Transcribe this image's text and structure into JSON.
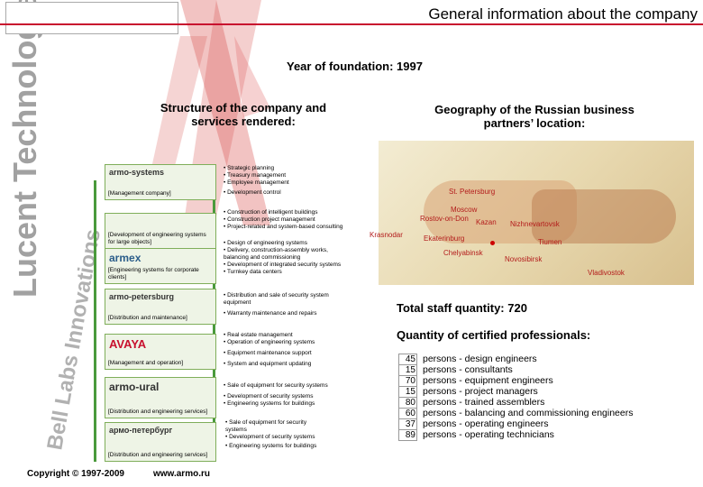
{
  "header": {
    "title": "General information about the company"
  },
  "founded": "Year of foundation: 1997",
  "structure_title": "Structure of the company and services rendered:",
  "geography_title": "Geography of the Russian business partners’ location:",
  "companies": [
    {
      "logo": "armo-systems",
      "caption": "[Management company]",
      "services": [
        "• Strategic planning",
        "• Treasury management",
        "• Employee management",
        "• Development control"
      ]
    },
    {
      "logo": "",
      "caption": "[Development of engineering systems for large objects]",
      "services": [
        "• Construction of intelligent buildings",
        "• Construction project management",
        "• Project-related and system-based consulting"
      ]
    },
    {
      "logo": "armex",
      "caption": "[Engineering systems for corporate clients]",
      "services": [
        "• Design of engineering systems",
        "• Delivery, construction-assembly works,",
        "balancing and commissioning",
        "• Development of integrated security systems",
        "• Turnkey data centers"
      ]
    },
    {
      "logo": "armo-petersburg",
      "caption": "[Distribution and maintenance]",
      "services": [
        "• Distribution and sale of security system",
        "equipment",
        "• Warranty maintenance and repairs"
      ]
    },
    {
      "logo": "AVAYA",
      "caption": "[Management and operation]",
      "services": [
        "• Real estate management",
        "• Operation of engineering systems",
        "• Equipment maintenance support",
        "• System and equipment updating"
      ]
    },
    {
      "logo": "armo-ural",
      "caption": "[Distribution and engineering services]",
      "services": [
        "• Sale of equipment for security systems",
        "• Development of security systems",
        "• Engineering systems for buildings"
      ]
    },
    {
      "logo": "армо-петербург",
      "caption": "[Distribution and engineering services]",
      "services": [
        "• Sale of equipment for security",
        "systems",
        "• Development of security systems",
        "• Engineering systems for buildings"
      ]
    }
  ],
  "cities": [
    "St. Petersburg",
    "Moscow",
    "Rostov-on-Don",
    "Kazan",
    "Nizhnevartovsk",
    "Krasnodar",
    "Ekaterinburg",
    "Tiumen",
    "Chelyabinsk",
    "Novosibirsk",
    "Vladivostok"
  ],
  "staff": "Total staff quantity: 720",
  "cert_title": "Quantity of certified professionals:",
  "certified": [
    {
      "n": "45",
      "label": "persons - design engineers"
    },
    {
      "n": "15",
      "label": "persons - consultants"
    },
    {
      "n": "70",
      "label": "persons - equipment engineers"
    },
    {
      "n": "15",
      "label": "persons - project managers"
    },
    {
      "n": "80",
      "label": "persons - trained assemblers"
    },
    {
      "n": "60",
      "label": "persons - balancing and commissioning engineers"
    },
    {
      "n": "37",
      "label": "persons - operating engineers"
    },
    {
      "n": "89",
      "label": "persons - operating technicians"
    }
  ],
  "footer": {
    "copyright": "Copyright © 1997-2009",
    "website": "www.armo.ru"
  },
  "colors": {
    "accent": "#c8102e",
    "tree": "#4a9a3c"
  }
}
